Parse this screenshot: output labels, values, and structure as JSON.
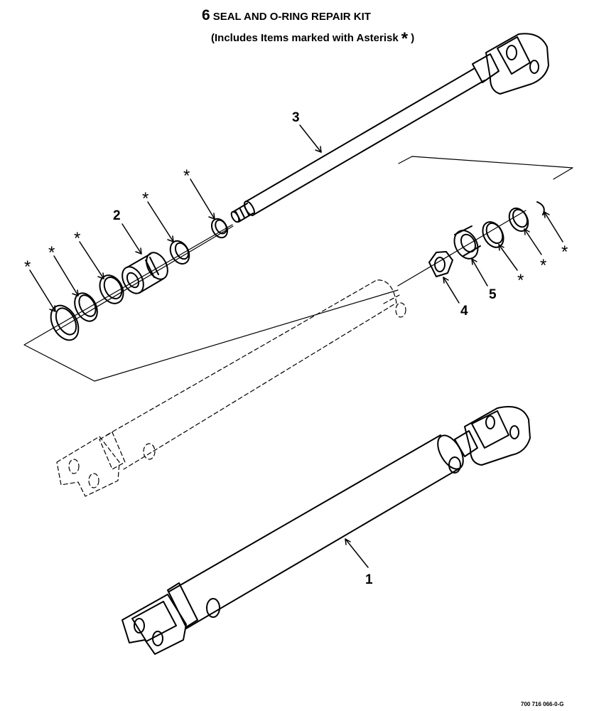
{
  "header": {
    "kit_number": "6",
    "kit_title": "SEAL AND O-RING REPAIR KIT",
    "note_prefix": "(Includes Items marked with Asterisk",
    "note_symbol": "*",
    "note_suffix": ")"
  },
  "callouts": {
    "item_1": "1",
    "item_2": "2",
    "item_3": "3",
    "item_4": "4",
    "item_5": "5",
    "asterisk": "*"
  },
  "drawing_code": "700 716 066-0-G",
  "colors": {
    "ink": "#000000",
    "paper": "#ffffff"
  }
}
